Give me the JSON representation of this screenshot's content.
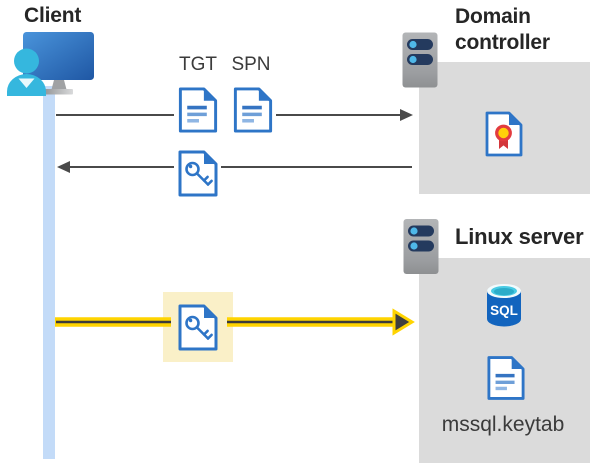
{
  "diagram": {
    "client": {
      "label": "Client"
    },
    "flows": {
      "tgt_label": "TGT",
      "spn_label": "SPN"
    },
    "domain_controller": {
      "label": "Domain controller"
    },
    "linux_server": {
      "label": "Linux server",
      "sql_label": "SQL",
      "keytab_label": "mssql.keytab"
    }
  },
  "colors": {
    "accent_blue": "#2E75C7",
    "person_cyan": "#35B7DE",
    "timeline_blue": "#C3DBF8",
    "server_bar_navy": "#243A5E",
    "server_dot_blue": "#4FB8E8",
    "box_gray": "#DBDBDB",
    "arrow_gray": "#4A4A4A",
    "arrow_yellow": "#FFD400",
    "highlight_yellow": "#FAF0C8",
    "sql_body_blue": "#1264BE",
    "sql_top_cyan": "#49CBE4",
    "cert_gold": "#FFD10A",
    "cert_red": "#E23C3F"
  },
  "icons": {
    "client": "client-workstation-icon",
    "domain_controller": "server-icon",
    "linux_server": "server-icon",
    "tgt": "document-icon",
    "spn": "document-icon",
    "service_ticket": "key-file-icon",
    "certificate": "certificate-icon",
    "database": "sql-database-icon",
    "keytab": "document-icon"
  }
}
